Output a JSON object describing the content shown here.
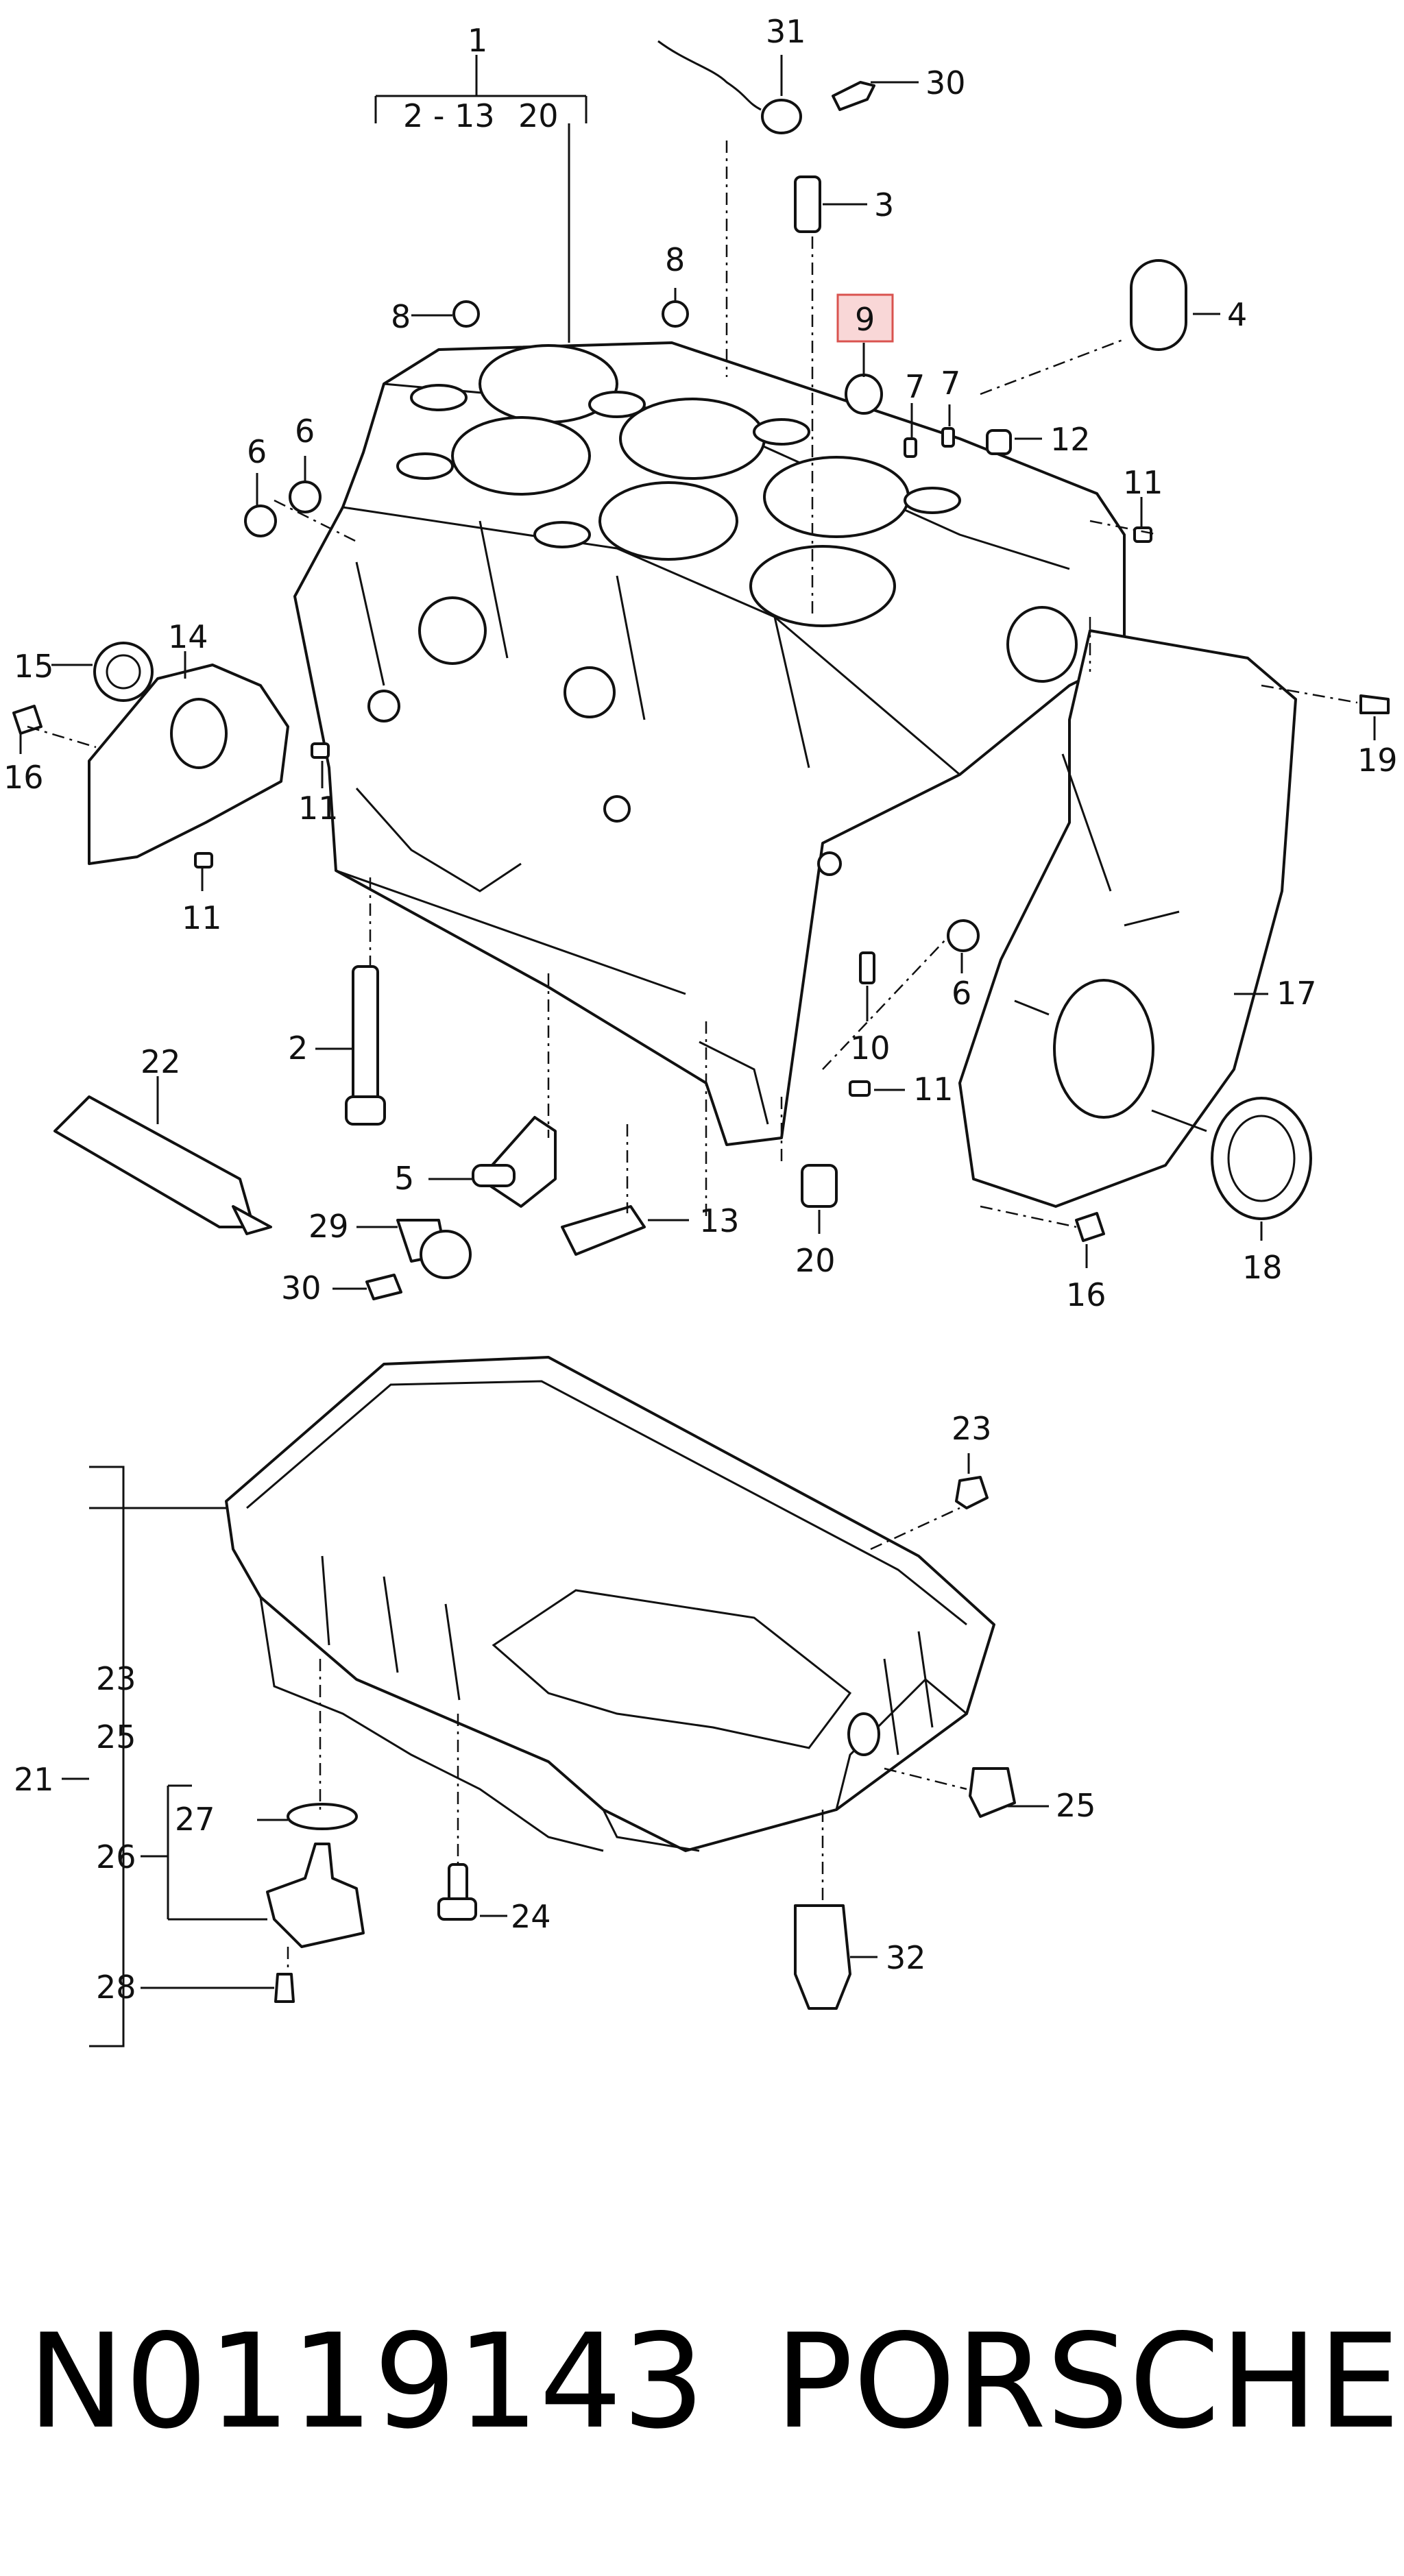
{
  "diagram": {
    "callouts": {
      "c1": "1",
      "c2_13": "2 - 13",
      "c20_top": "20",
      "c31": "31",
      "c30_top": "30",
      "c3": "3",
      "c9": "9",
      "c8_a": "8",
      "c8_b": "8",
      "c4": "4",
      "c7_a": "7",
      "c7_b": "7",
      "c12": "12",
      "c6_a": "6",
      "c6_b": "6",
      "c6_c": "6",
      "c11_a": "11",
      "c11_b": "11",
      "c11_c": "11",
      "c11_d": "11",
      "c15": "15",
      "c14": "14",
      "c16_a": "16",
      "c16_b": "16",
      "c19": "19",
      "c17": "17",
      "c10": "10",
      "c2": "2",
      "c22": "22",
      "c5": "5",
      "c13": "13",
      "c20": "20",
      "c18": "18",
      "c29": "29",
      "c30": "30",
      "c23_top": "23",
      "c23": "23",
      "c25_left": "25",
      "c25": "25",
      "c21": "21",
      "c27": "27",
      "c26": "26",
      "c24": "24",
      "c32": "32",
      "c28": "28"
    },
    "highlighted_part": "9",
    "highlight_color": "#d9534f"
  },
  "footer": {
    "part_number": "N0119143",
    "brand": "PORSCHE"
  }
}
